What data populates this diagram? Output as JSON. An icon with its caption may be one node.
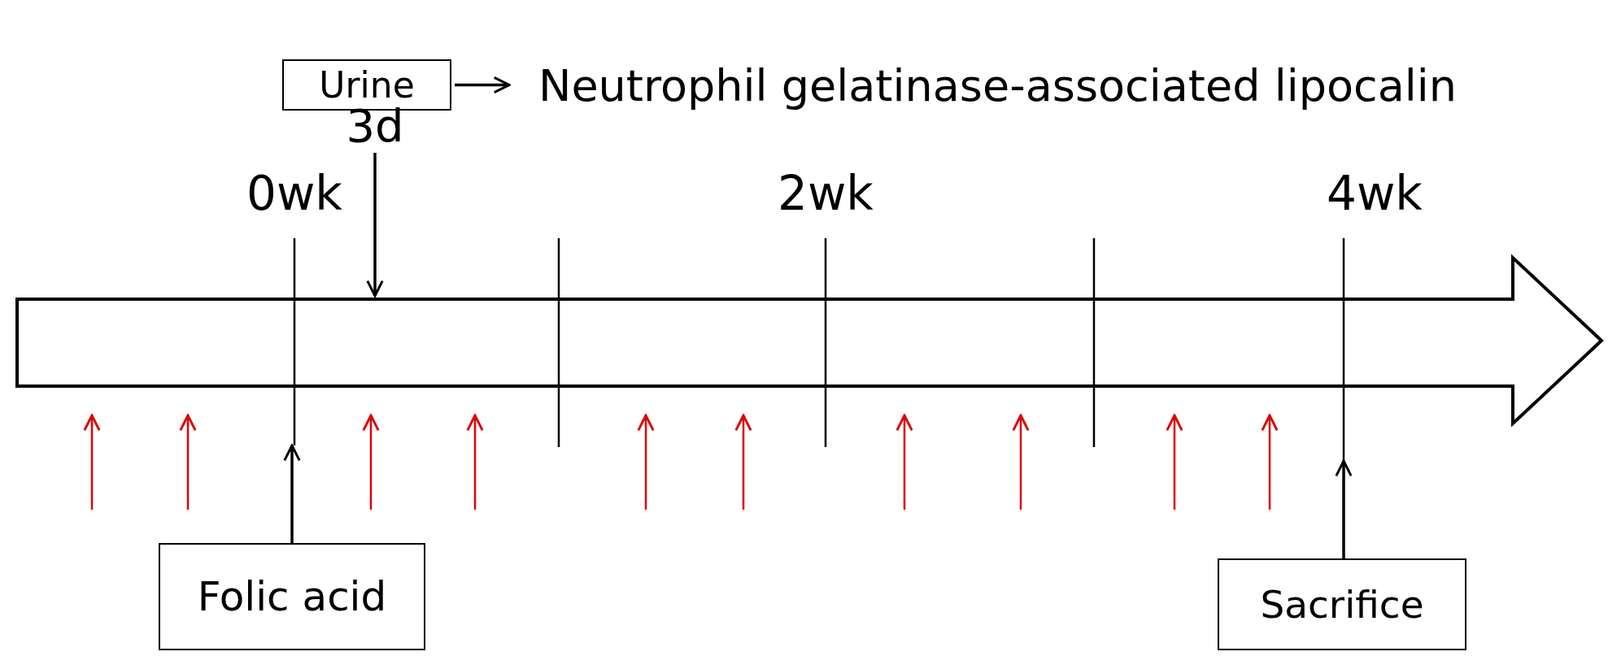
{
  "diagram": {
    "nodes": [
      {
        "text": [
          "Urine"
        ]
      },
      {
        "text": [
          "Neutrophil gelatinase-associated lipocalin"
        ]
      },
      {
        "text": [
          "3d"
        ]
      },
      {
        "text": [],
        "shape": "arrow"
      },
      {
        "text": [
          "Folic acid"
        ]
      },
      {
        "text": [
          "Sacrifice"
        ]
      }
    ],
    "edges": [
      {
        "from": 0,
        "to": 1,
        "arrow": "to",
        "color": "#000000"
      },
      {
        "from": 2,
        "to": 3,
        "arrow": "to",
        "color": "#000000"
      },
      {
        "from": 4,
        "to": 3,
        "arrow": "to",
        "color": "#000000"
      },
      {
        "from": 5,
        "to": 3,
        "arrow": "to",
        "color": "#000000"
      },
      {
        "from": null,
        "to": 3,
        "arrow": "to"
      },
      {
        "from": null,
        "to": 3,
        "arrow": "to"
      },
      {
        "from": null,
        "to": 3,
        "arrow": "to"
      },
      {
        "from": null,
        "to": 3,
        "arrow": "to"
      },
      {
        "from": null,
        "to": 3,
        "arrow": "to"
      },
      {
        "from": null,
        "to": 3,
        "arrow": "to"
      },
      {
        "from": null,
        "to": 3,
        "arrow": "to"
      },
      {
        "from": null,
        "to": 3,
        "arrow": "to"
      },
      {
        "from": null,
        "to": 3,
        "arrow": "to"
      },
      {
        "from": null,
        "to": 3,
        "arrow": "to"
      }
    ],
    "labels": [
      "0wk",
      "2wk",
      "4wk"
    ]
  }
}
